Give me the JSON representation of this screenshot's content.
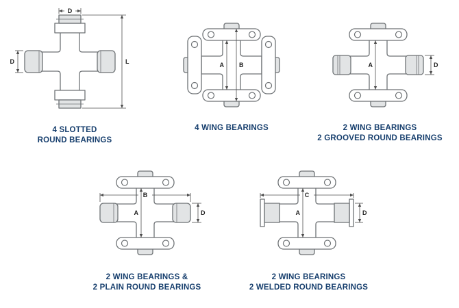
{
  "page": {
    "background": "#ffffff"
  },
  "colors": {
    "caption": "#163e6d",
    "line": "#6e7275",
    "dim": "#4d4d4d",
    "shade": "#e2e4e5",
    "label": "#1f1f1f"
  },
  "diagrams": [
    {
      "id": "4-slotted-round-bearings",
      "caption": [
        "4 SLOTTED",
        "ROUND BEARINGS"
      ],
      "labels": {
        "d_top": "D",
        "d_left": "D",
        "l_right": "L"
      }
    },
    {
      "id": "4-wing-bearings",
      "caption": [
        "4 WING BEARINGS"
      ],
      "labels": {
        "a": "A",
        "b": "B"
      }
    },
    {
      "id": "2-wing-2-grooved-round-bearings",
      "caption": [
        "2 WING BEARINGS",
        "2 GROOVED ROUND BEARINGS"
      ],
      "labels": {
        "a": "A",
        "d": "D"
      }
    },
    {
      "id": "2-wing-2-plain-round-bearings",
      "caption": [
        "2 WING BEARINGS &",
        "2 PLAIN ROUND BEARINGS"
      ],
      "labels": {
        "a": "A",
        "b": "B",
        "d": "D"
      }
    },
    {
      "id": "2-wing-2-welded-round-bearings",
      "caption": [
        "2 WING BEARINGS",
        "2 WELDED ROUND BEARINGS"
      ],
      "labels": {
        "a": "A",
        "c": "C",
        "d": "D"
      }
    }
  ]
}
